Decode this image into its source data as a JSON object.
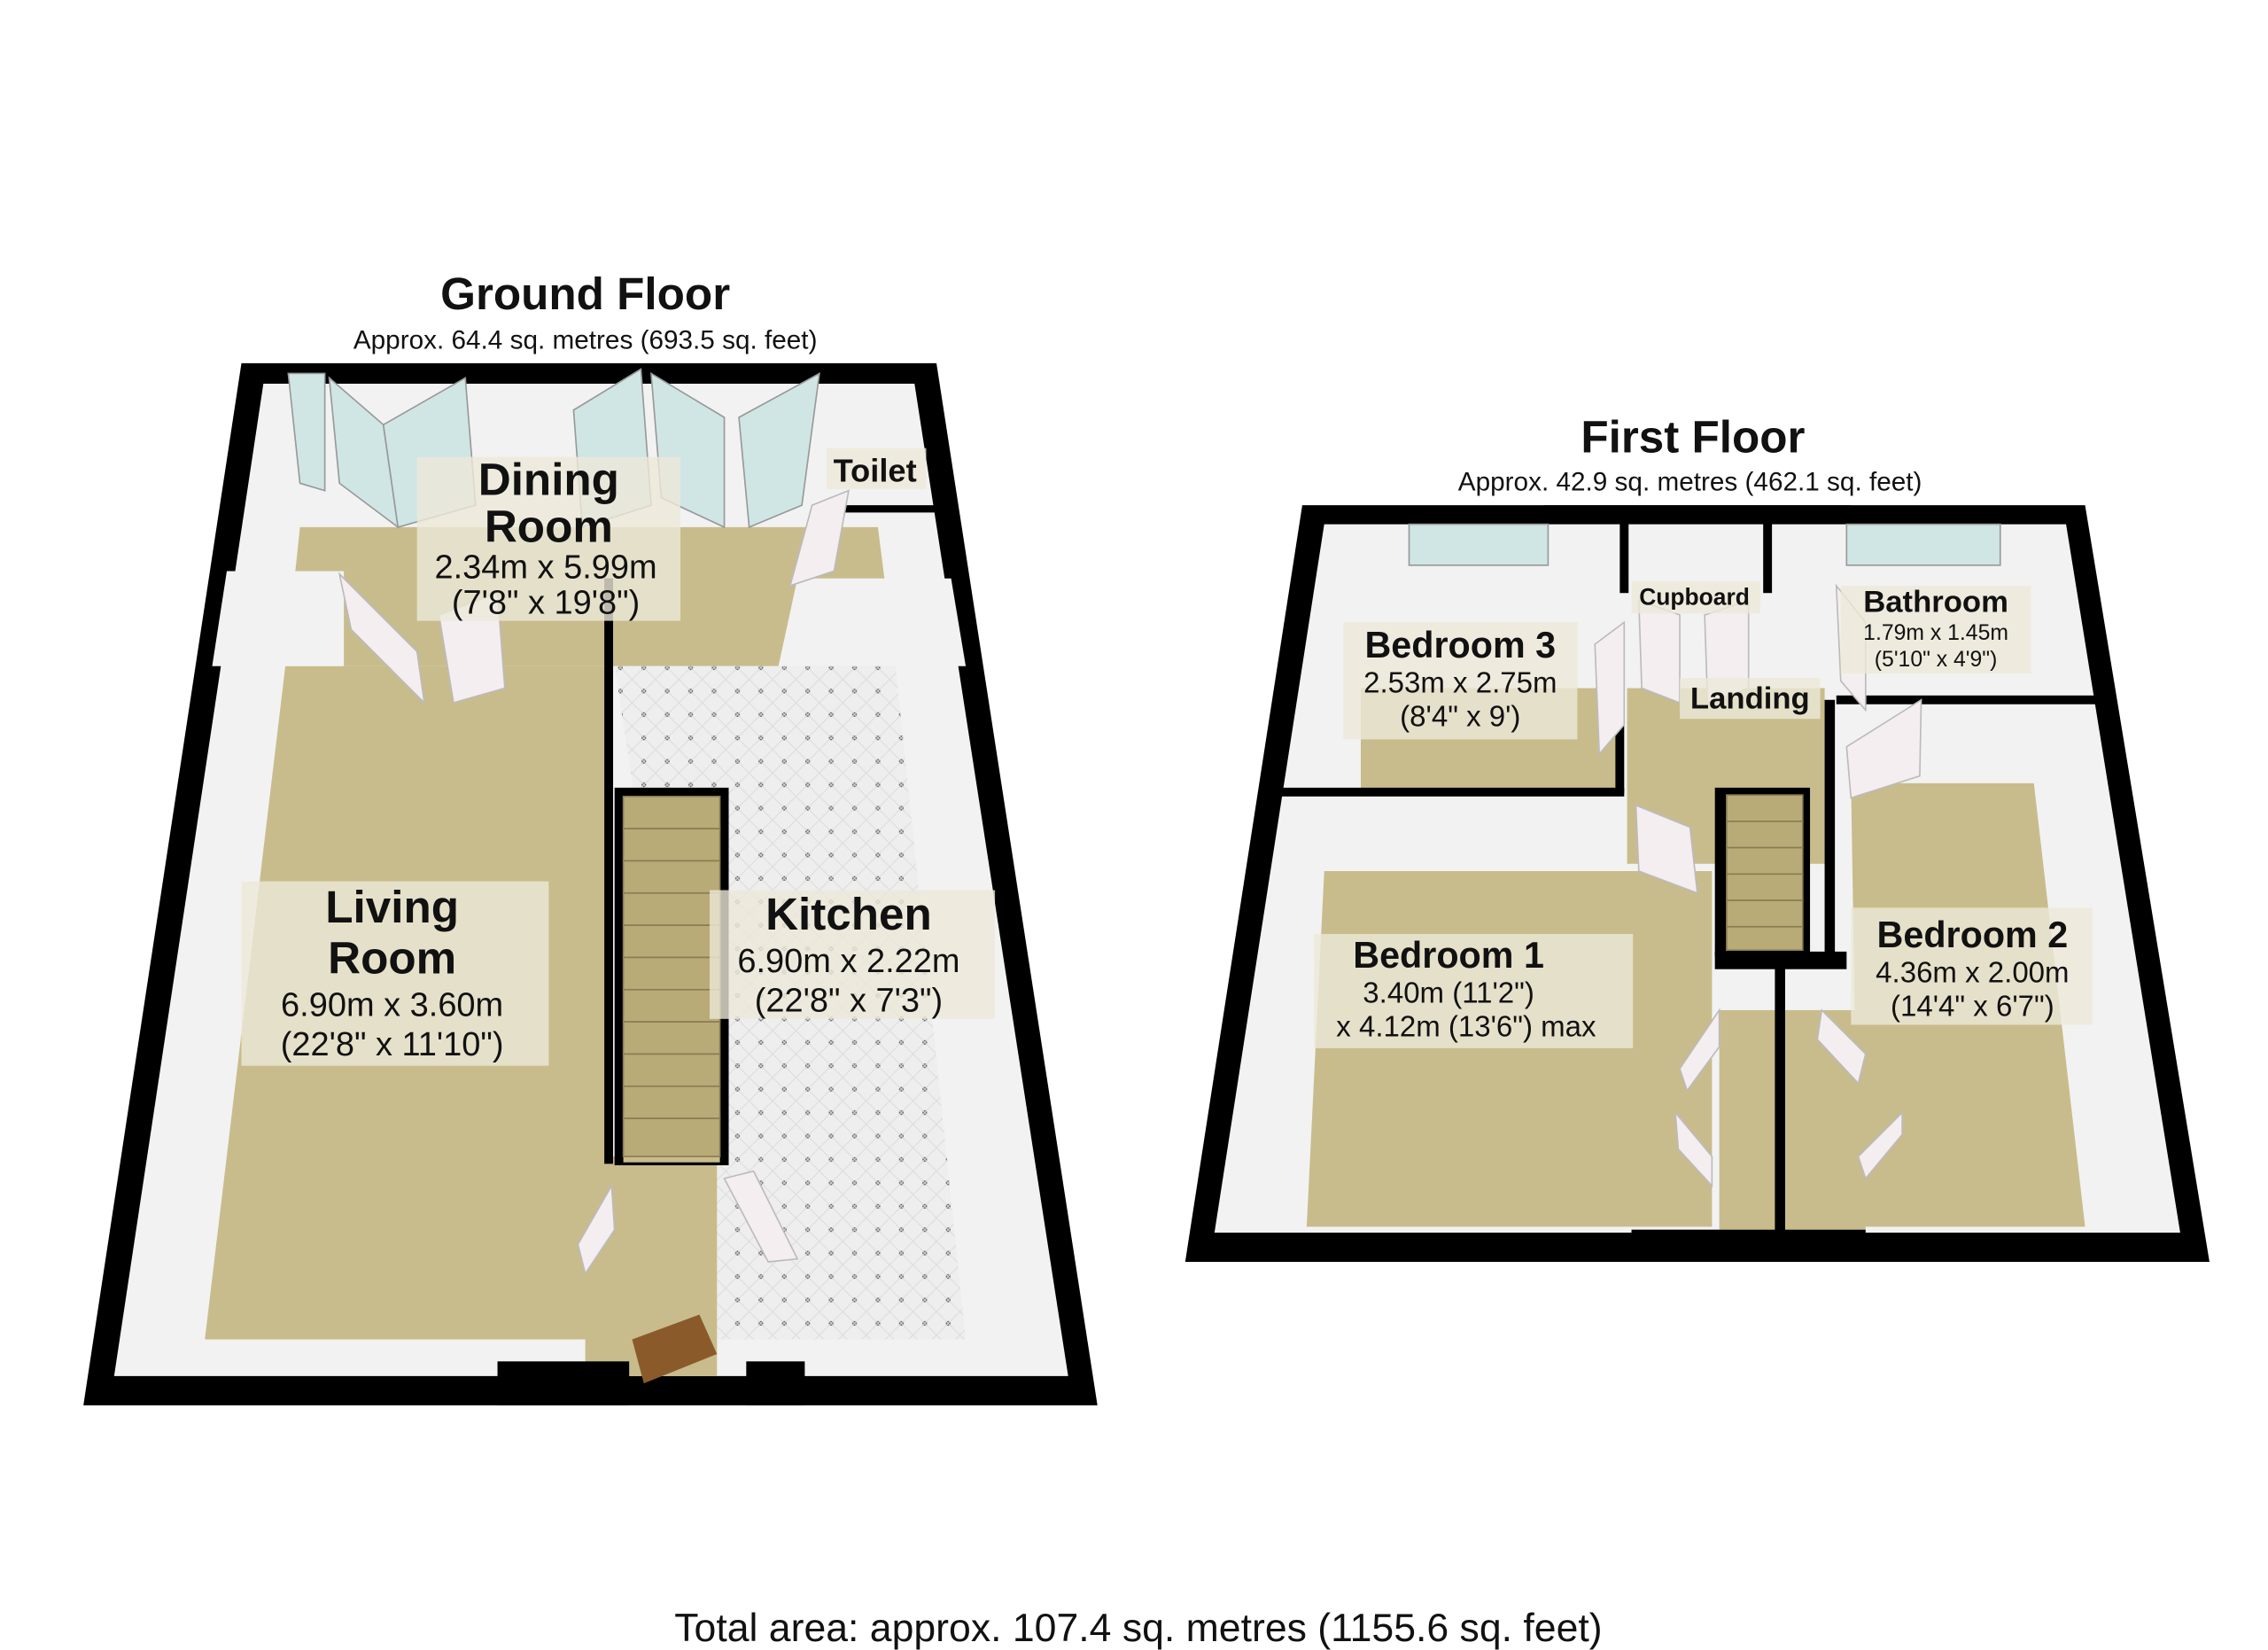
{
  "ground_floor": {
    "title": "Ground Floor",
    "area": "Approx. 64.4 sq. metres (693.5 sq. feet)",
    "rooms": {
      "dining": {
        "name_line1": "Dining",
        "name_line2": "Room",
        "metric": "2.34m x 5.99m",
        "imperial": "(7'8\" x 19'8\")"
      },
      "toilet": {
        "name": "Toilet"
      },
      "living": {
        "name_line1": "Living",
        "name_line2": "Room",
        "metric": "6.90m x 3.60m",
        "imperial": "(22'8\" x 11'10\")"
      },
      "kitchen": {
        "name": "Kitchen",
        "metric": "6.90m x 2.22m",
        "imperial": "(22'8\" x 7'3\")"
      }
    }
  },
  "first_floor": {
    "title": "First Floor",
    "area": "Approx. 42.9 sq. metres (462.1 sq. feet)",
    "rooms": {
      "bedroom3": {
        "name": "Bedroom 3",
        "metric": "2.53m x 2.75m",
        "imperial": "(8'4\" x 9')"
      },
      "cupboard": {
        "name": "Cupboard"
      },
      "bathroom": {
        "name": "Bathroom",
        "metric": "1.79m x 1.45m",
        "imperial": "(5'10\" x 4'9\")"
      },
      "landing": {
        "name": "Landing"
      },
      "bedroom1": {
        "name": "Bedroom 1",
        "line1": "3.40m (11'2\")",
        "line2": "x 4.12m (13'6\") max"
      },
      "bedroom2": {
        "name": "Bedroom 2",
        "metric": "4.36m x 2.00m",
        "imperial": "(14'4\" x 6'7\")"
      }
    }
  },
  "total_area": "Total area: approx. 107.4 sq. metres (1155.6 sq. feet)"
}
